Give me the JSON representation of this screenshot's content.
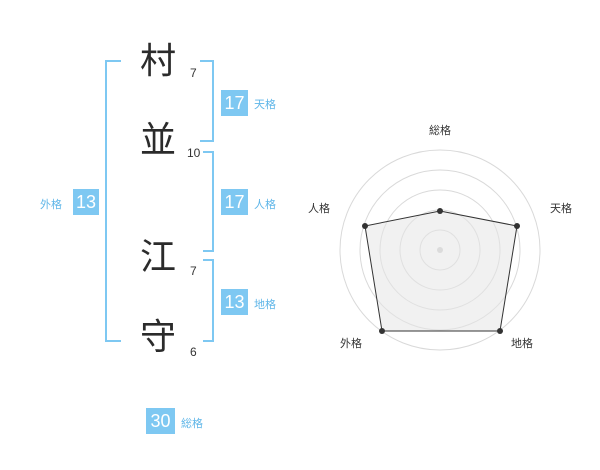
{
  "name": {
    "chars": [
      {
        "char": "村",
        "strokes": "7"
      },
      {
        "char": "並",
        "strokes": "10"
      },
      {
        "char": "江",
        "strokes": "7"
      },
      {
        "char": "守",
        "strokes": "6"
      }
    ]
  },
  "fortunes": {
    "tenkaku": {
      "value": "17",
      "label": "天格"
    },
    "jinkaku": {
      "value": "17",
      "label": "人格"
    },
    "chikaku": {
      "value": "13",
      "label": "地格"
    },
    "gaikaku": {
      "value": "13",
      "label": "外格"
    },
    "soukaku": {
      "value": "30",
      "label": "総格"
    }
  },
  "radar": {
    "labels": {
      "top": "総格",
      "right": "天格",
      "bottom_right": "地格",
      "bottom_left": "外格",
      "left": "人格"
    }
  },
  "colors": {
    "accent": "#7ec8f2",
    "label": "#5fb6e8",
    "radar_fill": "#f2f2f2",
    "radar_line": "#333333"
  }
}
